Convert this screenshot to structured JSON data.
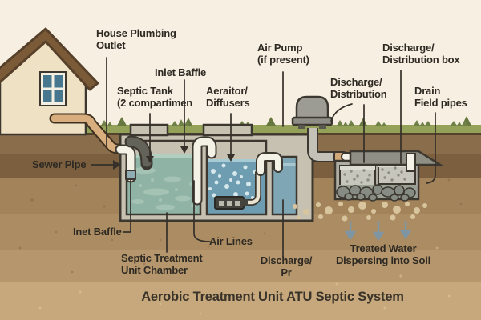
{
  "diagram": {
    "title": "Aerobic Treatment Unit ATU Septic System",
    "labels": {
      "house_plumbing_outlet": "House Plumbing\nOutlet",
      "inlet_baffle": "Inlet Baffle",
      "septic_tank": "Septic Tank\n(2 compartimen",
      "aerator_diffusers": "Aeraitor/\nDiffusers",
      "air_pump": "Air Pump\n(if present)",
      "discharge_distribution": "Discharge/\nDistribution",
      "discharge_distribution_box": "Discharge/\nDistribution box",
      "drain_field_pipes": "Drain\nField pipes",
      "sewer_pipe": "Sewer Pipe",
      "inlet_baffle_lower": "Inet Baffle",
      "air_lines": "Air Lines",
      "septic_treatment_unit_chamber": "Septic Treatment\nUnit Chamber",
      "discharge_pump_chamber": "Discharge/\nPr",
      "treated_water": "Treated Water\nDispersing into Soil"
    },
    "colors": {
      "background": "#f6efe2",
      "grass": "#93a159",
      "grass_dark": "#708148",
      "soil_layers": [
        "#8a6e4c",
        "#7b5f3f",
        "#a3835a",
        "#ac8d63",
        "#b6976d",
        "#c6a87c"
      ],
      "house_wall": "#eee1c4",
      "roof": "#7b5a38",
      "window": "#46778e",
      "tank_concrete": "#c7c1b2",
      "outline": "#3c3830",
      "septic_water": "#8fb4a6",
      "aeration_water": "#6e9db1",
      "discharge_water": "#7fa6b5",
      "pipe_white": "#f4f1e6",
      "sewer_pipe_tan": "#d8ae7e",
      "air_pump_gray": "#9c9c94",
      "gravel": "#c6c6bd",
      "rocks": "#868b83",
      "treated_dots": "#d9c59d",
      "arrow_blue": "#7e95a4",
      "label_text": "#2e2a23"
    }
  }
}
